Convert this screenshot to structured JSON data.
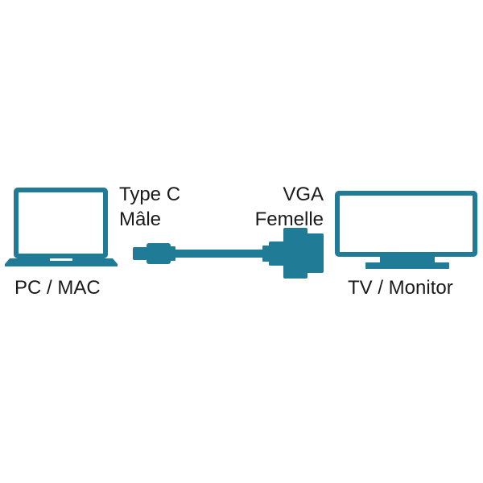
{
  "colors": {
    "device": "#1f7b96",
    "text": "#1a1a1a",
    "background": "#ffffff"
  },
  "labels": {
    "pc": "PC / MAC",
    "type_c_line1": "Type C",
    "type_c_line2": "Mâle",
    "vga_line1": "VGA",
    "vga_line2": "Femelle",
    "tv": "TV / Monitor"
  },
  "icons": {
    "laptop": "laptop-icon",
    "usb_c_plug": "usb-c-connector-icon",
    "cable": "cable-icon",
    "vga_connector": "vga-connector-icon",
    "monitor": "monitor-icon"
  }
}
